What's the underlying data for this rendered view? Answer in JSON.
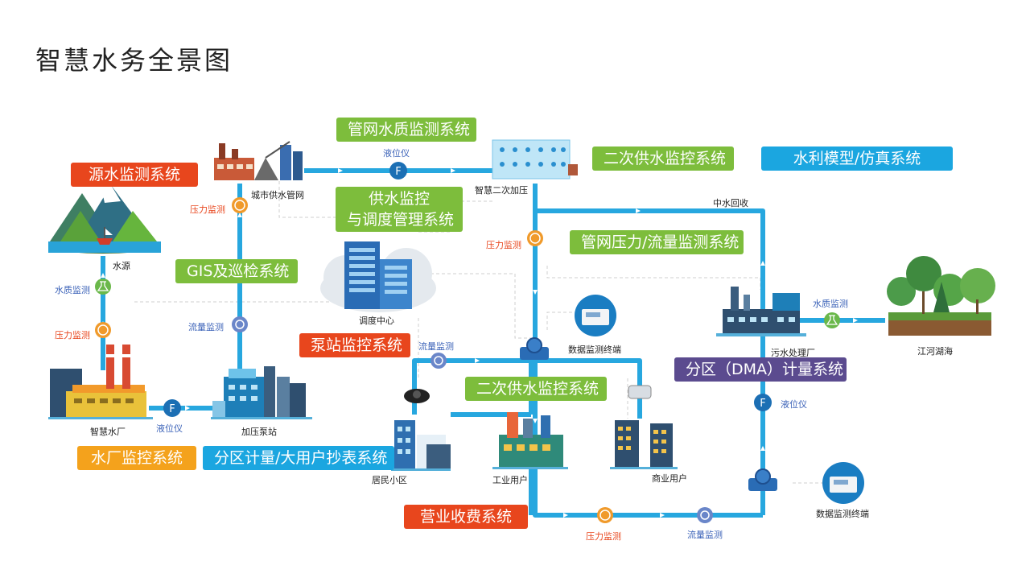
{
  "title": "智慧水务全景图",
  "colors": {
    "pipe": "#27a7df",
    "green_badge": "#7dbd3c",
    "red_badge": "#e8461d",
    "orange_badge": "#f4a21c",
    "blue_badge": "#1ba6e0",
    "purple_badge": "#5b4b8f",
    "pressure_icon": "#f09a2b",
    "flow_icon": "#6a86c9",
    "quality_icon": "#6ab84a",
    "level_icon": "#1c6fb4"
  },
  "systems": {
    "pipe_quality": "管网水质监测系统",
    "secondary_supply_top": "二次供水监控系统",
    "hydro_model": "水利模型/仿真系统",
    "source_monitor": "源水监测系统",
    "dispatch_line1": "供水监控",
    "dispatch_line2": "与调度管理系统",
    "pipe_pressure": "管网压力/流量监测系统",
    "gis": "GIS及巡检系统",
    "pump_station": "泵站监控系统",
    "secondary_supply_mid": "二次供水监控系统",
    "dma": "分区（DMA）计量系统",
    "plant_monitor": "水厂监控系统",
    "meter_reading": "分区计量/大用户抄表系统",
    "billing": "营业收费系统"
  },
  "labels": {
    "source": "水源",
    "city_pipe": "城市供水管网",
    "smart_booster": "智慧二次加压",
    "reclaimed": "中水回收",
    "dispatch_center": "调度中心",
    "sewage_plant": "污水处理厂",
    "rivers": "江河湖海",
    "smart_plant": "智慧水厂",
    "booster_station": "加压泵站",
    "residential": "居民小区",
    "industrial": "工业用户",
    "commercial": "商业用户",
    "data_terminal_1": "数据监测终端",
    "data_terminal_2": "数据监测终端"
  },
  "sensors": {
    "level_top": "液位仪",
    "pressure_city": "压力监测",
    "pressure_booster": "压力监测",
    "quality_source": "水质监测",
    "pressure_source": "压力监测",
    "flow_gis": "流量监测",
    "flow_pump": "流量监测",
    "level_plant": "液位仪",
    "level_dma": "液位仪",
    "quality_sewage": "水质监测",
    "pressure_bottom": "压力监测",
    "flow_bottom": "流量监测"
  }
}
